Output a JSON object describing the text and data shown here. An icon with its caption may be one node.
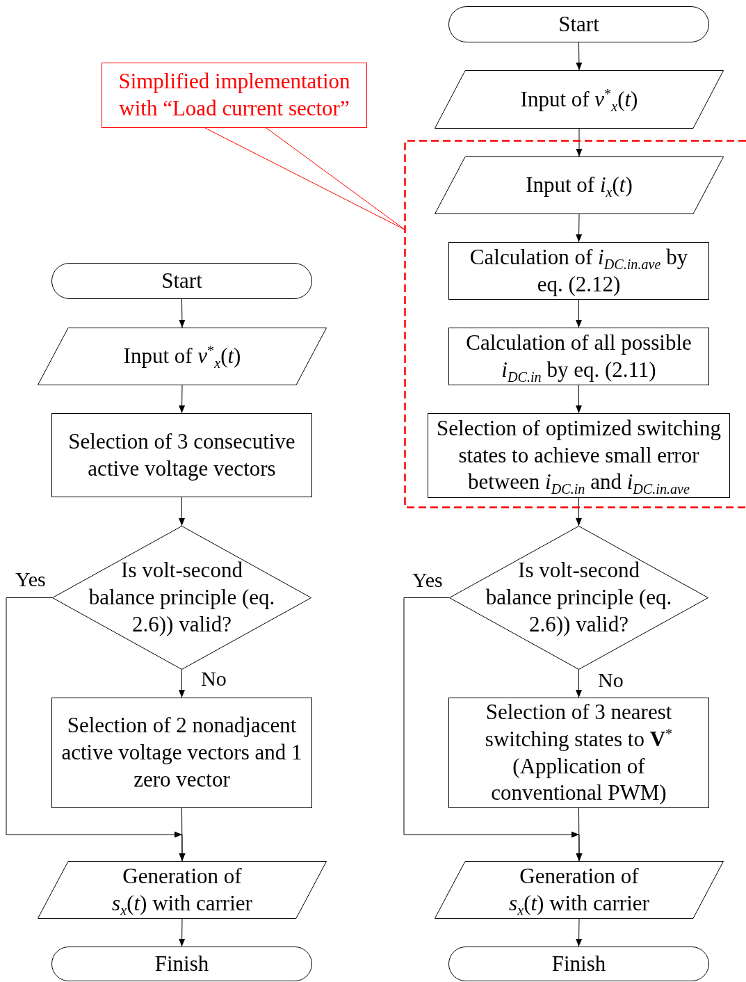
{
  "diagram": {
    "nodes": [
      {
        "text": [
          "Start"
        ]
      },
      {
        "text": [
          "Simplified implementation with “Load current sector”"
        ]
      },
      {
        "text": [
          "Input of *v*$^{*}$$_{x}$(*t*)"
        ]
      },
      {
        "text": [],
        "shape": "box"
      },
      {
        "text": [
          "Input of *i*$_{x}$(*t*)"
        ],
        "in": 3
      },
      {
        "text": [
          "Calculation of *i*$_{DC.in.ave}$ by eq. (2.12)"
        ],
        "in": 3
      },
      {
        "text": [
          "Calculation of all possible *i*$_{DC.in}$ by eq. (2.11)"
        ],
        "in": 3
      },
      {
        "text": [
          "Selection of optimized switching states to achieve small error between *i*$_{DC.in}$ and *i*$_{DC.in.ave}$"
        ],
        "in": 3
      },
      {
        "text": [
          "Start"
        ]
      },
      {
        "text": [
          "Input of *v*$^{*}$$_{x}$(*t*)"
        ]
      },
      {
        "text": [
          "Selection of 3 consecutive active voltage vectors"
        ]
      },
      {
        "text": [
          "Is volt-second balance principle (eq. 2.6)) valid?"
        ]
      },
      {
        "text": [
          "Selection of 2 nonadjacent active voltage vectors and 1 zero vector"
        ]
      },
      {
        "text": [
          "Is volt-second balance principle (eq. 2.6)) valid?"
        ]
      },
      {
        "text": [
          "Selection of 3 nearest switching states to **V**$^{*}$ (Application of conventional PWM)"
        ]
      },
      {
        "text": [
          "Generation of *s*$_{x}$(*t*) with carrier"
        ]
      },
      {
        "text": [
          "Generation of *s*$_{x}$(*t*) with carrier"
        ]
      },
      {
        "text": [
          "Finish"
        ]
      },
      {
        "text": [
          "Finish"
        ]
      }
    ],
    "edges": [
      {
        "from": 0,
        "to": 2,
        "arrow": "to"
      },
      {
        "from": 2,
        "to": 4,
        "arrow": "to"
      },
      {
        "from": 4,
        "to": 5,
        "arrow": "to"
      },
      {
        "from": 5,
        "to": 6,
        "arrow": "to"
      },
      {
        "from": 6,
        "to": 7,
        "arrow": "to"
      },
      {
        "from": 7,
        "to": 13,
        "arrow": "to"
      },
      {
        "from": 13,
        "to": 14,
        "arrow": "to",
        "label": "No"
      },
      {
        "from": 13,
        "to": 16,
        "arrow": "to",
        "label": "Yes"
      },
      {
        "from": 14,
        "to": 16,
        "arrow": "to"
      },
      {
        "from": 16,
        "to": 18,
        "arrow": "to"
      },
      {
        "from": 8,
        "to": 9,
        "arrow": "to"
      },
      {
        "from": 9,
        "to": 10,
        "arrow": "to"
      },
      {
        "from": 10,
        "to": 11,
        "arrow": "to"
      },
      {
        "from": 11,
        "to": 12,
        "arrow": "to",
        "label": "No"
      },
      {
        "from": 11,
        "to": 15,
        "arrow": "to",
        "label": "Yes"
      },
      {
        "from": 12,
        "to": 15,
        "arrow": "to"
      },
      {
        "from": 15,
        "to": 17,
        "arrow": "to"
      },
      {
        "from": 1,
        "to": 3,
        "arrow": "none",
        "color": "#ff0000"
      }
    ]
  }
}
